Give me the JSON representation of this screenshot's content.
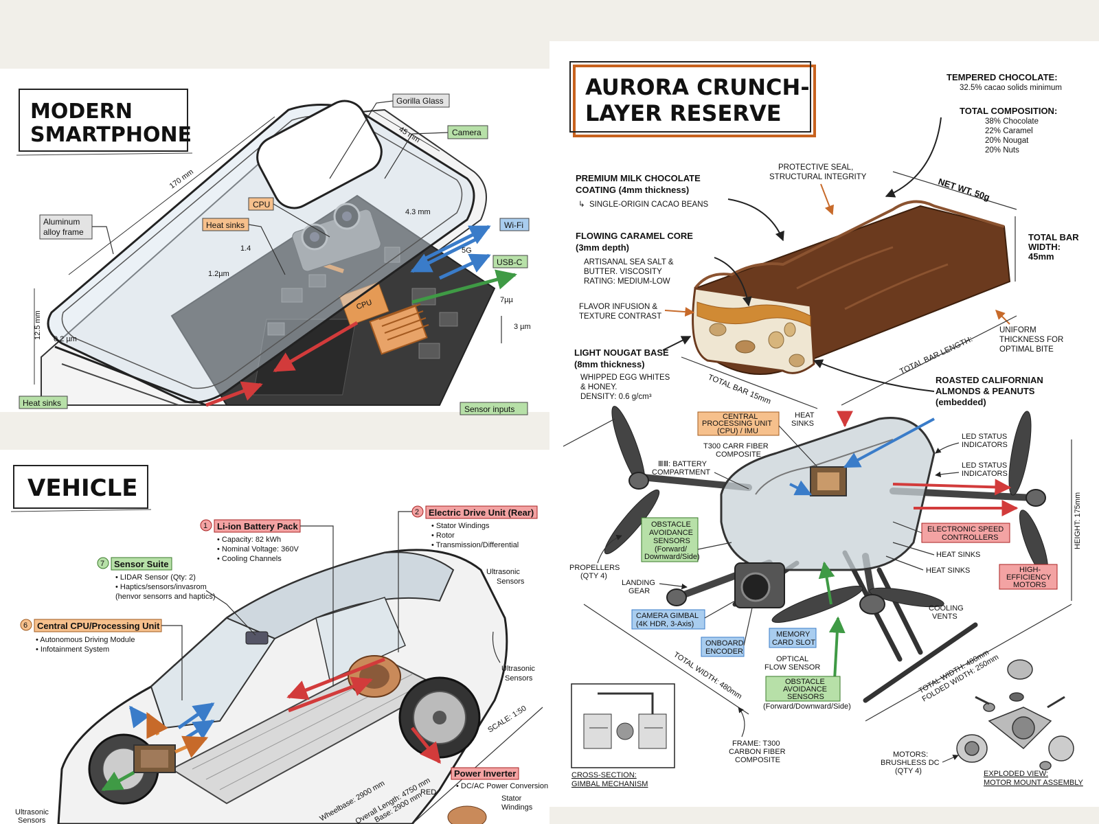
{
  "colors": {
    "background": "#f1efe9",
    "panel": "#ffffff",
    "orange_tag": "#f6c08c",
    "blue_tag": "#a9cdef",
    "green_tag": "#b7e0a8",
    "gray_tag": "#e3e3e3",
    "red_tag": "#f3a3a3",
    "chocolate": "#6b3a1e",
    "caramel": "#d08a34",
    "nougat": "#efe6d2"
  },
  "smartphone": {
    "title_line1": "MODERN",
    "title_line2": "SMARTPHONE",
    "labels": {
      "gorilla_glass": "Gorilla Glass",
      "camera": "Camera",
      "aluminum_1": "Aluminum",
      "aluminum_2": "alloy frame",
      "cpu": "CPU",
      "cpu_chip": "CPU",
      "heat_sinks_top": "Heat sinks",
      "wifi": "Wi-Fi",
      "usbc": "USB-C",
      "five_g": "5G",
      "heat_sinks_bottom": "Heat sinks",
      "sensor_inputs": "Sensor inputs"
    },
    "dimensions": {
      "length": "170 mm",
      "width": "45 mm",
      "d43": "4.3 mm",
      "d14": "1.4",
      "d12um": "1.2µm",
      "d125": "12.5 mm",
      "d02": "0.2 µm",
      "d3um": "3 µm",
      "d7": "7µµ"
    }
  },
  "chocolate": {
    "title_line1": "AURORA CRUNCH-",
    "title_line2": "LAYER RESERVE",
    "tempered_title": "TEMPERED CHOCOLATE:",
    "tempered_sub": "32.5% cacao solids minimum",
    "composition_title": "TOTAL COMPOSITION:",
    "composition_items": [
      "38% Chocolate",
      "22% Caramel",
      "20% Nougat",
      "20% Nuts"
    ],
    "premium_1": "PREMIUM MILK CHOCOLATE",
    "premium_2": "COATING (4mm thickness)",
    "premium_sub": "SINGLE-ORIGIN CACAO BEANS",
    "seal_1": "PROTECTIVE SEAL,",
    "seal_2": "STRUCTURAL INTEGRITY",
    "net_wt": "NET WT. 50g",
    "caramel_1": "FLOWING CARAMEL CORE",
    "caramel_2": "(3mm depth)",
    "caramel_sub_1": "ARTISANAL SEA SALT &",
    "caramel_sub_2": "BUTTER. VISCOSITY",
    "caramel_sub_3": "RATING: MEDIUM-LOW",
    "width_1": "TOTAL BAR",
    "width_2": "WIDTH:",
    "width_3": "45mm",
    "flavor_1": "FLAVOR INFUSION &",
    "flavor_2": "TEXTURE CONTRAST",
    "uniform_1": "UNIFORM",
    "uniform_2": "THICKNESS FOR",
    "uniform_3": "OPTIMAL BITE",
    "nougat_1": "LIGHT NOUGAT BASE",
    "nougat_2": "(8mm thickness)",
    "nougat_sub_1": "WHIPPED EGG WHITES",
    "nougat_sub_2": "& HONEY.",
    "nougat_sub_3": "DENSITY: 0.6 g/cm³",
    "total_length": "TOTAL BAR LENGTH:",
    "total_15": "TOTAL BAR 15mm",
    "almonds_1": "ROASTED CALIFORNIAN",
    "almonds_2": "ALMONDS & PEANUTS",
    "almonds_3": "(embedded)"
  },
  "vehicle": {
    "title": "VEHICLE",
    "battery": {
      "num": "1",
      "title": "Li-ion Battery Pack",
      "items": [
        "• Capacity: 82 kWh",
        "• Nominal Voltage: 360V",
        "• Cooling Channels"
      ]
    },
    "drive": {
      "num": "2",
      "title": "Electric Drive Unit (Rear)",
      "items": [
        "• Stator Windings",
        "• Rotor",
        "• Transmission/Differential"
      ]
    },
    "sensor_suite": {
      "num": "7",
      "title": "Sensor Suite",
      "items": [
        "• LIDAR Sensor (Qty: 2)",
        "• Haptics/sensors/invasrom",
        "  (henvor sensorrs and haptics)"
      ]
    },
    "cpu": {
      "num": "6",
      "title": "Central CPU/Processing Unit",
      "items": [
        "• Autonomous Driving Module",
        "• Infotainment System"
      ]
    },
    "ultrasonic_top_1": "Ultrasonic",
    "ultrasonic_top_2": "Sensors",
    "ultrasonic_mid_1": "Ultrasonic",
    "ultrasonic_mid_2": "Sensors",
    "ultrasonic_bot_1": "Ultrasonic",
    "ultrasonic_bot_2": "Sensors",
    "scale": "SCALE: 1:50",
    "wheelbase": "Wheelbase: 2900 mm",
    "overall": "Overall Length: 4750 mm",
    "base2": "Base: 2900 mm",
    "inverter": {
      "title": "Power Inverter",
      "items": [
        "• DC/AC Power Conversion"
      ]
    },
    "red": "RED",
    "stator_1": "Stator",
    "stator_2": "Windings"
  },
  "drone": {
    "cpu_1": "CENTRAL",
    "cpu_2": "PROCESSING UNIT",
    "cpu_3": "(CPU) / IMU",
    "heat_sinks_top_1": "HEAT",
    "heat_sinks_top_2": "SINKS",
    "carbon_1": "T300 CARR FIBER",
    "carbon_2": "COMPOSITE",
    "battery_1": "ⅢⅢ: BATTERY",
    "battery_2": "COMPARTMENT",
    "led_1a": "LED STATUS",
    "led_1b": "INDICATORS",
    "led_2a": "LED STATUS",
    "led_2b": "INDICATORS",
    "obstacle_1": "OBSTACLE",
    "obstacle_2": "AVOIDANCE",
    "obstacle_3": "SENSORS",
    "obstacle_4": "(Forward/",
    "obstacle_5": "Downward/Side)",
    "esc_1": "ELECTRONIC SPEED",
    "esc_2": "CONTROLLERS",
    "heat_sinks_1": "HEAT SINKS",
    "heat_sinks_2": "HEAT SINKS",
    "height": "HEIGHT: 175mm",
    "motors_1": "HIGH-",
    "motors_2": "EFFICIENCY",
    "motors_3": "MOTORS",
    "propellers_1": "PROPELLERS",
    "propellers_2": "(QTY 4)",
    "landing_1": "LANDING",
    "landing_2": "GEAR",
    "gimbal_1": "CAMERA GIMBAL",
    "gimbal_2": "(4K HDR, 3-Axis)",
    "memory_1": "MEMORY",
    "memory_2": "CARD SLOT",
    "cooling_1": "COOLING",
    "cooling_2": "VENTS",
    "encoder_1": "ONBOARD",
    "encoder_2": "ENCODER",
    "optical_1": "OPTICAL",
    "optical_2": "FLOW SENSOR",
    "obstacle_b1": "OBSTACLE",
    "obstacle_b2": "AVOIDANCE",
    "obstacle_b3": "SENSORS",
    "obstacle_b4": "(Forward/Downward/Side)",
    "total_width_left": "TOTAL WIDTH: 480mm",
    "total_width_right": "TOTAL WIDTH: 480mm",
    "folded_width": "FOLDED WIDTH: 250mm",
    "frame_1": "FRAME: T300",
    "frame_2": "CARBON FIBER",
    "frame_3": "COMPOSITE",
    "motors_bl_1": "MOTORS:",
    "motors_bl_2": "BRUSHLESS DC",
    "motors_bl_3": "(QTY 4)",
    "cross_1": "CROSS-SECTION:",
    "cross_2": "GIMBAL MECHANISM",
    "exploded_1": "EXPLODED VIEW:",
    "exploded_2": "MOTOR MOUNT ASSEMBLY"
  }
}
